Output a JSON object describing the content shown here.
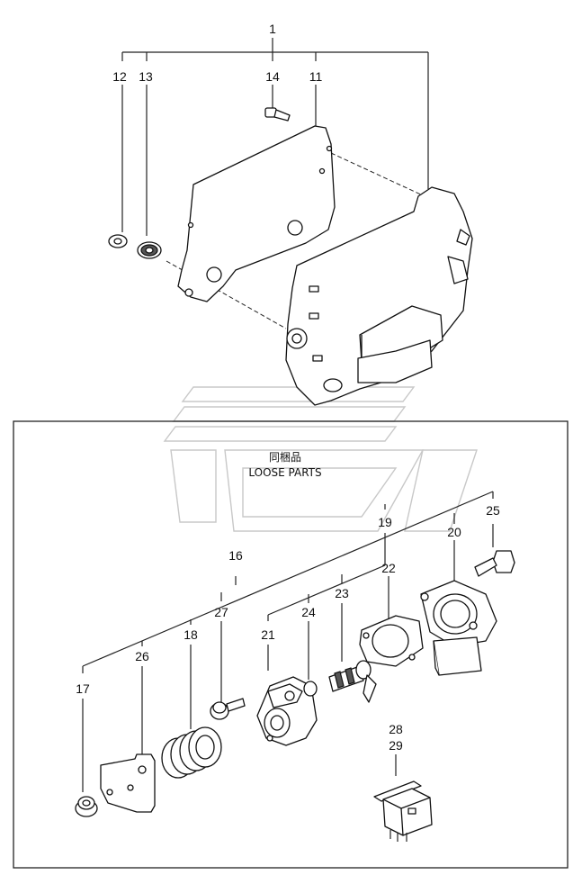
{
  "labels": {
    "p1": "1",
    "p11": "11",
    "p12": "12",
    "p13": "13",
    "p14": "14",
    "p16": "16",
    "p17": "17",
    "p18": "18",
    "p19": "19",
    "p20": "20",
    "p21": "21",
    "p22": "22",
    "p23": "23",
    "p24": "24",
    "p25": "25",
    "p26": "26",
    "p27": "27",
    "p28": "28",
    "p29": "29"
  },
  "loose_parts": {
    "japanese": "同梱品",
    "english": "LOOSE PARTS"
  },
  "colors": {
    "line": "#222222",
    "watermark": "#c8c8c8",
    "background": "#ffffff"
  }
}
